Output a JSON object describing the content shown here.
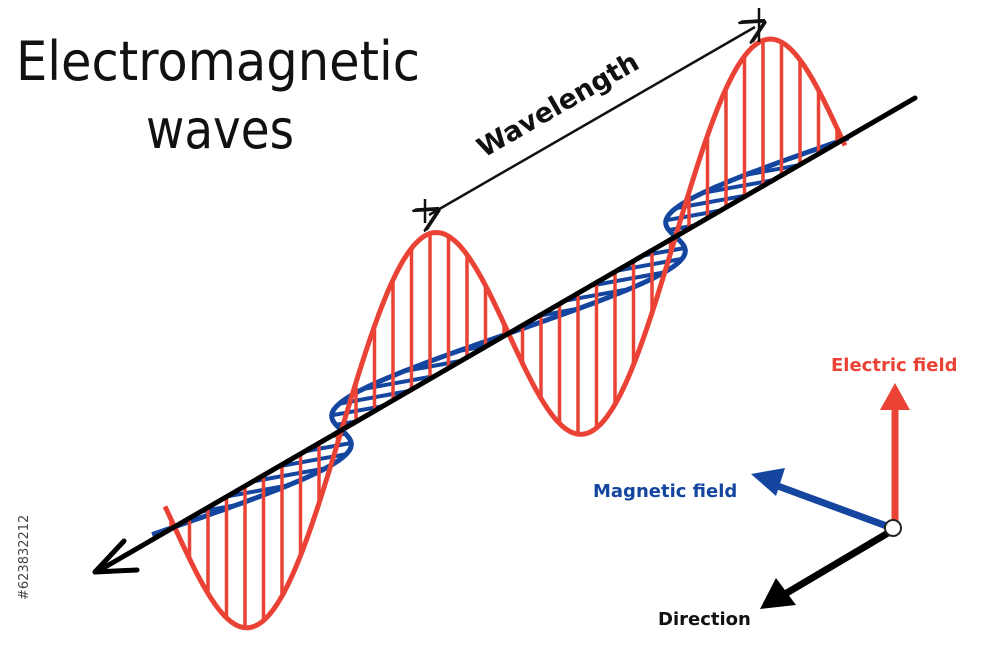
{
  "title": {
    "line1": "Electromagnetic",
    "line2": "waves"
  },
  "wavelength_label": "Wavelength",
  "legend": {
    "electric_field": "Electric field",
    "magnetic_field": "Magnetic field",
    "direction": "Direction"
  },
  "stock_id": "#623832212",
  "colors": {
    "electric": "#ea4335",
    "magnetic": "#1446a0",
    "axis": "#000000",
    "text": "#111111"
  },
  "icons": {
    "origin": "origin-point-icon",
    "electric_arrow": "arrow-up-icon",
    "magnetic_arrow": "arrow-up-left-icon",
    "direction_arrow": "arrow-down-left-icon"
  }
}
